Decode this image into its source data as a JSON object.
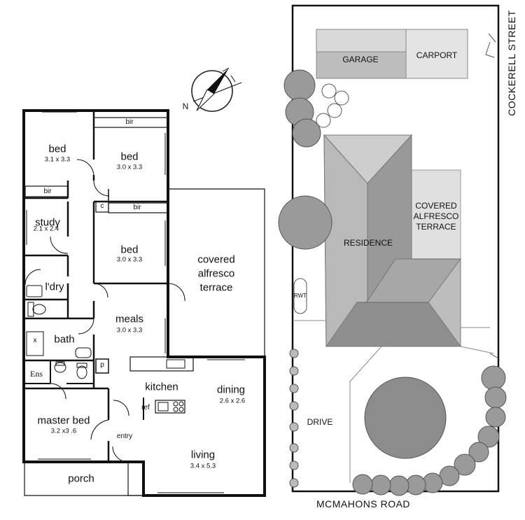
{
  "floorplan": {
    "rooms": [
      {
        "id": "bed1",
        "name": "bed",
        "dim": "3.1 x 3.3"
      },
      {
        "id": "bed2",
        "name": "bed",
        "dim": "3.0 x 3.3"
      },
      {
        "id": "study",
        "name": "study",
        "dim": "2.1 x 2.4"
      },
      {
        "id": "bed3",
        "name": "bed",
        "dim": "3.0 x 3.3"
      },
      {
        "id": "meals",
        "name": "meals",
        "dim": "3.0 x 3.3"
      },
      {
        "id": "dining",
        "name": "dining",
        "dim": "2.6 x 2.6"
      },
      {
        "id": "master",
        "name": "master bed",
        "dim": "3.2 x3 .6"
      },
      {
        "id": "living",
        "name": "living",
        "dim": "3.4 x 5.3"
      }
    ],
    "labels": {
      "bir": "bir",
      "c": "c",
      "p": "p",
      "x": "x",
      "laundry": "l'dry",
      "bath": "bath",
      "ens": "Ens",
      "kitchen": "kitchen",
      "ref": "ref",
      "entry": "entry",
      "porch": "porch",
      "alfresco": [
        "covered",
        "alfresco",
        "terrace"
      ]
    }
  },
  "siteplan": {
    "garage": "GARAGE",
    "carport": "CARPORT",
    "residence": "RESIDENCE",
    "terrace": [
      "COVERED",
      "ALFRESCO",
      "TERRACE"
    ],
    "rwt": "RWT",
    "drive": "DRIVE",
    "street": "COCKERELL STREET",
    "road": "MCMAHONS ROAD"
  },
  "compass": {
    "icon": "north-arrow-icon",
    "letter": "N"
  }
}
